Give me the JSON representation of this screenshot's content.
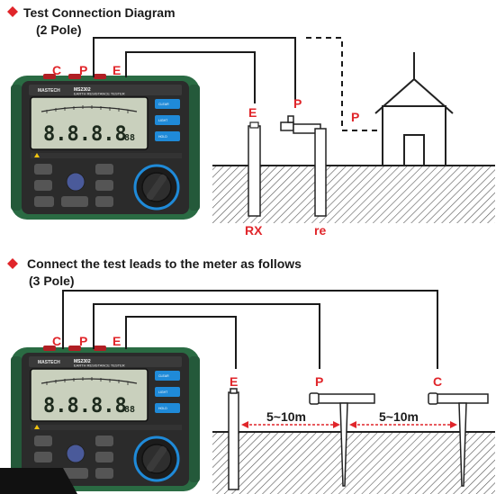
{
  "section1": {
    "title": "Test Connection Diagram",
    "subtitle": "(2 Pole)",
    "meter_terminals": [
      "C",
      "P",
      "E"
    ],
    "rod_label_e": "E",
    "tap_label_p": "P",
    "house_label_p": "P",
    "bottom_label_rx": "RX",
    "bottom_label_re": "re"
  },
  "section2": {
    "title": "Connect the test leads to the meter as follows",
    "subtitle": "(3 Pole)",
    "meter_terminals": [
      "C",
      "P",
      "E"
    ],
    "spike_labels": [
      "E",
      "P",
      "C"
    ],
    "distance_1": "5~10m",
    "distance_2": "5~10m"
  },
  "meter": {
    "model": "MS2302",
    "brand": "MASTECH",
    "name": "EARTH RESISTANCE TESTER",
    "display_digits": "8.8.8.8",
    "small_digits": "88",
    "buttons_right": [
      "CLEAR",
      "LIGHT",
      "HOLD"
    ]
  },
  "colors": {
    "accent_red": "#e0252a",
    "meter_green": "#2a6b43",
    "meter_dark": "#2b2b2b",
    "lcd_bg": "#c9d0bd",
    "button_blue": "#1f8ad8",
    "ground_hatch": "#555555"
  }
}
